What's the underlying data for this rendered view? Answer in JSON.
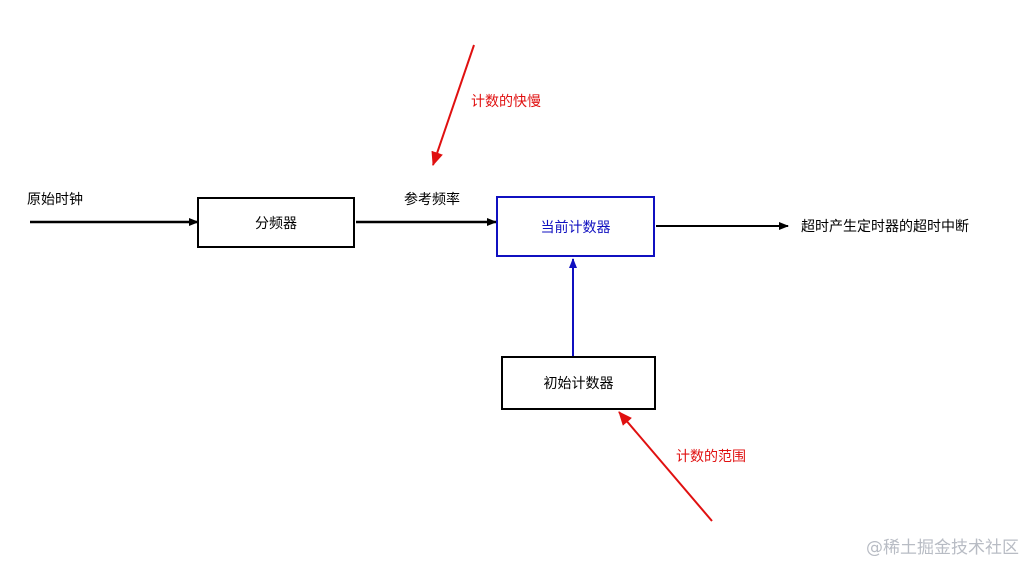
{
  "diagram": {
    "nodes": {
      "divider": "分频器",
      "current_counter": "当前计数器",
      "initial_counter": "初始计数器"
    },
    "labels": {
      "source_clock": "原始时钟",
      "reference_freq": "参考频率",
      "timeout_output": "超时产生定时器的超时中断",
      "speed_note": "计数的快慢",
      "range_note": "计数的范围"
    },
    "colors": {
      "line": "#000000",
      "blue": "#1010c0",
      "red": "#e01010"
    }
  },
  "watermark": "@稀土掘金技术社区"
}
